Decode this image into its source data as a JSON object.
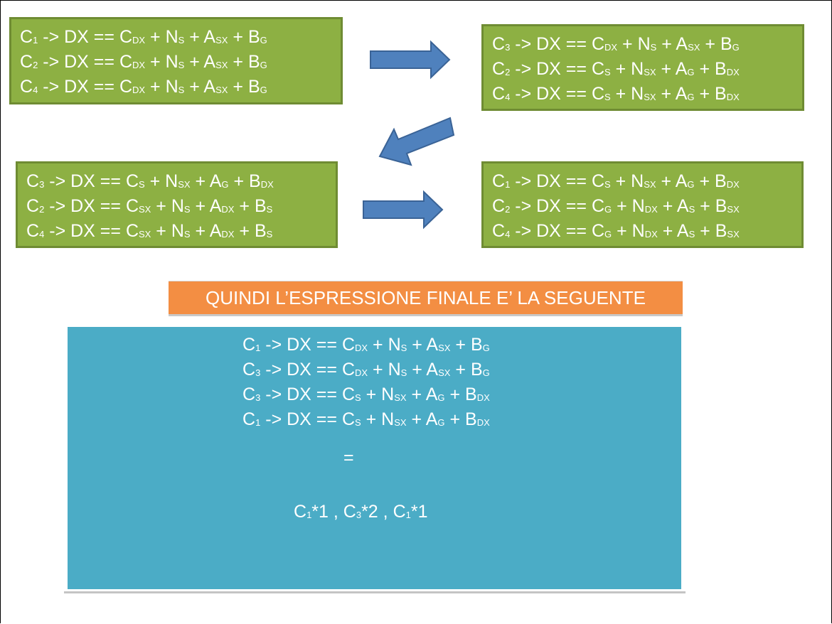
{
  "colors": {
    "green_box": "#8db043",
    "green_border": "#6f8c33",
    "arrow_fill": "#4f81bd",
    "orange_banner": "#f38e43",
    "blue_box": "#4bacc6"
  },
  "boxes": [
    {
      "lines": [
        {
          "c": "C",
          "c_sub": "1",
          "rel": " -> DX == ",
          "p1": "C",
          "p1_sub": "DX",
          "s1": " + ",
          "p2": "N",
          "p2_sub": "S",
          "s2": " + ",
          "p3": "A",
          "p3_sub": "SX",
          "s3": " + ",
          "p4": "B",
          "p4_sub": "G"
        },
        {
          "c": "C",
          "c_sub": "2",
          "rel": " -> DX == ",
          "p1": "C",
          "p1_sub": "DX",
          "s1": " +  ",
          "p2": "N",
          "p2_sub": "S",
          "s2": " + ",
          "p3": "A",
          "p3_sub": "SX",
          "s3": "  + ",
          "p4": "B",
          "p4_sub": "G"
        },
        {
          "c": "C",
          "c_sub": "4",
          "rel": " -> DX == ",
          "p1": "C",
          "p1_sub": "DX",
          "s1": " +  ",
          "p2": "N",
          "p2_sub": "S",
          "s2": " + ",
          "p3": "A",
          "p3_sub": "SX",
          "s3": "  + ",
          "p4": "B",
          "p4_sub": "G"
        }
      ]
    },
    {
      "lines": [
        {
          "c": "C",
          "c_sub": "3",
          "rel": " -> DX == ",
          "p1": "C",
          "p1_sub": "DX",
          "s1": " + ",
          "p2": "N",
          "p2_sub": "S",
          "s2": " + ",
          "p3": "A",
          "p3_sub": "SX",
          "s3": " + ",
          "p4": "B",
          "p4_sub": "G"
        },
        {
          "c": "C",
          "c_sub": "2",
          "rel": " -> DX == ",
          "p1": "C",
          "p1_sub": "S",
          "s1": " +  ",
          "p2": "N",
          "p2_sub": "SX",
          "s2": " + ",
          "p3": "A",
          "p3_sub": "G",
          "s3": " + ",
          "p4": "B",
          "p4_sub": "DX"
        },
        {
          "c": "C",
          "c_sub": "4",
          "rel": " -> DX == ",
          "p1": "C",
          "p1_sub": "S",
          "s1": " +  ",
          "p2": "N",
          "p2_sub": "SX",
          "s2": " + ",
          "p3": "A",
          "p3_sub": "G",
          "s3": " + ",
          "p4": "B",
          "p4_sub": "DX"
        }
      ]
    },
    {
      "lines": [
        {
          "c": "C",
          "c_sub": "3",
          "rel": " -> DX == ",
          "p1": "C",
          "p1_sub": "S",
          "s1": " + ",
          "p2": "N",
          "p2_sub": "SX",
          "s2": " + ",
          "p3": "A",
          "p3_sub": "G",
          "s3": " + ",
          "p4": "B",
          "p4_sub": "DX"
        },
        {
          "c": "C",
          "c_sub": "2",
          "rel": " -> DX == ",
          "p1": "C",
          "p1_sub": "SX",
          "s1": " +  ",
          "p2": "N",
          "p2_sub": "S",
          "s2": " + ",
          "p3": "A",
          "p3_sub": "DX",
          "s3": "  + ",
          "p4": "B",
          "p4_sub": "S"
        },
        {
          "c": "C",
          "c_sub": "4",
          "rel": " -> DX == ",
          "p1": "C",
          "p1_sub": "SX",
          "s1": " +  ",
          "p2": "N",
          "p2_sub": "S",
          "s2": " + ",
          "p3": "A",
          "p3_sub": "DX",
          "s3": "  + ",
          "p4": "B",
          "p4_sub": "S"
        }
      ]
    },
    {
      "lines": [
        {
          "c": "C",
          "c_sub": "1",
          "rel": " -> DX == ",
          "p1": "C",
          "p1_sub": "S",
          "s1": " + ",
          "p2": "N",
          "p2_sub": "SX",
          "s2": " + ",
          "p3": "A",
          "p3_sub": "G",
          "s3": " + ",
          "p4": "B",
          "p4_sub": "DX"
        },
        {
          "c": "C",
          "c_sub": "2",
          "rel": " -> DX == ",
          "p1": "C",
          "p1_sub": "G",
          "s1": " +  ",
          "p2": "N",
          "p2_sub": "DX",
          "s2": " + ",
          "p3": "A",
          "p3_sub": "S",
          "s3": " + ",
          "p4": "B",
          "p4_sub": "SX"
        },
        {
          "c": "C",
          "c_sub": "4",
          "rel": " -> DX == ",
          "p1": "C",
          "p1_sub": "G",
          "s1": " +  ",
          "p2": "N",
          "p2_sub": "DX",
          "s2": " + ",
          "p3": "A",
          "p3_sub": "S",
          "s3": " + ",
          "p4": "B",
          "p4_sub": "SX"
        }
      ]
    }
  ],
  "banner": {
    "text": "QUINDI L’ESPRESSIONE FINALE E’ LA SEGUENTE"
  },
  "final": {
    "lines": [
      {
        "c": "C",
        "c_sub": "1",
        "rel": " -> DX == ",
        "p1": "C",
        "p1_sub": "DX",
        "s1": " + ",
        "p2": "N",
        "p2_sub": "S",
        "s2": " + ",
        "p3": "A",
        "p3_sub": "SX",
        "s3": " + ",
        "p4": "B",
        "p4_sub": "G"
      },
      {
        "c": "C",
        "c_sub": "3",
        "rel": " -> DX == ",
        "p1": "C",
        "p1_sub": "DX",
        "s1": " + ",
        "p2": "N",
        "p2_sub": "S",
        "s2": " + ",
        "p3": "A",
        "p3_sub": "SX",
        "s3": " + ",
        "p4": "B",
        "p4_sub": "G"
      },
      {
        "c": "C",
        "c_sub": "3",
        "rel": " -> DX == ",
        "p1": "C",
        "p1_sub": "S",
        "s1": " + ",
        "p2": "N",
        "p2_sub": "SX",
        "s2": " + ",
        "p3": "A",
        "p3_sub": "G",
        "s3": " + ",
        "p4": "B",
        "p4_sub": "DX"
      },
      {
        "c": "C",
        "c_sub": "1",
        "rel": " -> DX == ",
        "p1": "C",
        "p1_sub": "S",
        "s1": " + ",
        "p2": "N",
        "p2_sub": "SX",
        "s2": " + ",
        "p3": "A",
        "p3_sub": "G",
        "s3": " + ",
        "p4": "B",
        "p4_sub": "DX"
      }
    ],
    "equals": "=",
    "result": [
      {
        "c": "C",
        "c_sub": "1",
        "rest": "*1 , "
      },
      {
        "c": "C",
        "c_sub": "3",
        "rest": "*2 , "
      },
      {
        "c": "C",
        "c_sub": "1",
        "rest": "*1"
      }
    ]
  }
}
